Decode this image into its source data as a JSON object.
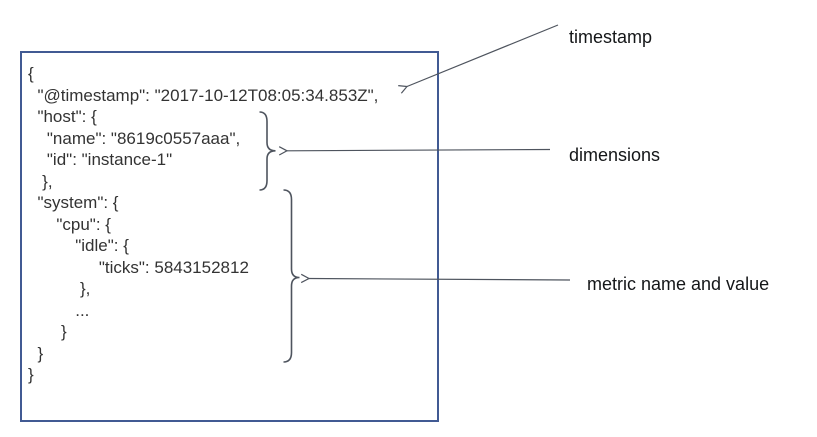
{
  "document": {
    "code_lines": [
      "{",
      "  \"@timestamp\": \"2017-10-12T08:05:34.853Z\",",
      "  \"host\": {",
      "    \"name\": \"8619c0557aaa\",",
      "    \"id\": \"instance-1\"",
      "   },",
      "  \"system\": {",
      "      \"cpu\": {",
      "          \"idle\": {",
      "               \"ticks\": 5843152812",
      "           },",
      "          ...",
      "       }",
      "  }",
      "}"
    ]
  },
  "annotations": {
    "timestamp_label": "timestamp",
    "dimensions_label": "dimensions",
    "metric_label": "metric name and value"
  },
  "colors": {
    "box_border": "#415a93",
    "code_text": "#333333",
    "annotation": "#4e545e",
    "label_text": "#141618"
  }
}
